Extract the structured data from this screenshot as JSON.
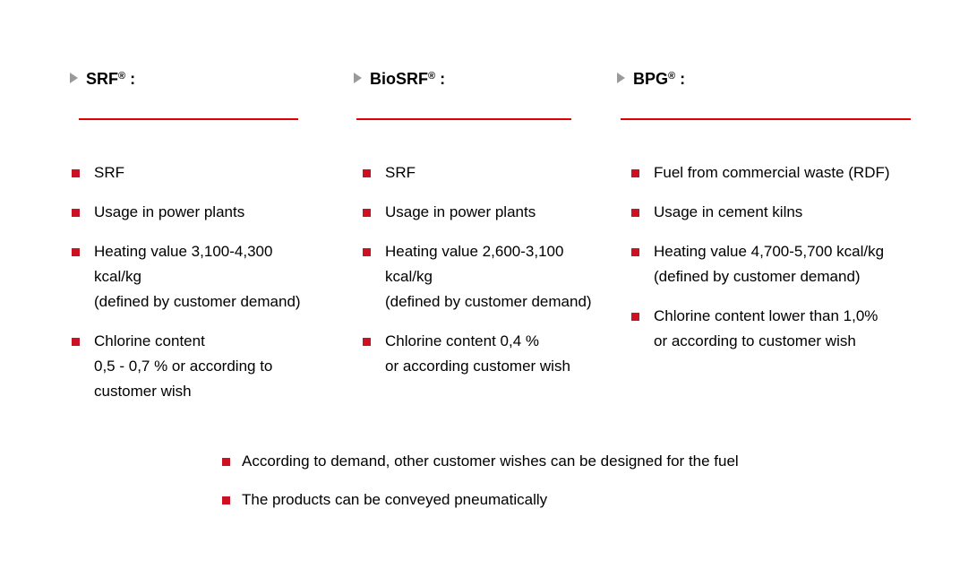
{
  "slide": {
    "columns": [
      {
        "title": {
          "name": "SRF",
          "reg": "®",
          "suffix": ":"
        },
        "bullets": [
          {
            "lines": [
              "SRF"
            ]
          },
          {
            "lines": [
              "Usage in power plants"
            ]
          },
          {
            "lines": [
              "Heating value 3,100-4,300",
              "kcal/kg",
              "(defined by customer demand)"
            ]
          },
          {
            "lines": [
              "Chlorine content",
              "0,5 - 0,7 % or according to",
              "customer wish"
            ]
          }
        ]
      },
      {
        "title": {
          "name": "BioSRF",
          "reg": "®",
          "suffix": ":"
        },
        "bullets": [
          {
            "lines": [
              "SRF"
            ]
          },
          {
            "lines": [
              "Usage in power plants"
            ]
          },
          {
            "lines": [
              "Heating value 2,600-3,100",
              "kcal/kg",
              "(defined by customer demand)"
            ]
          },
          {
            "lines": [
              "Chlorine content 0,4 %",
              "or according customer wish"
            ]
          }
        ]
      },
      {
        "title": {
          "name": "BPG",
          "reg": "®",
          "suffix": ":"
        },
        "bullets": [
          {
            "lines": [
              "Fuel from commercial waste (RDF)"
            ]
          },
          {
            "lines": [
              "Usage in cement kilns"
            ]
          },
          {
            "lines": [
              "Heating value 4,700-5,700 kcal/kg",
              "(defined by customer demand)"
            ]
          },
          {
            "lines": [
              "Chlorine content lower than 1,0%",
              "or according to customer wish"
            ]
          }
        ]
      }
    ],
    "footer_bullets": [
      {
        "lines": [
          "According to demand, other customer wishes can be designed for the fuel"
        ]
      },
      {
        "lines": [
          "The products can be conveyed pneumatically"
        ]
      }
    ],
    "colors": {
      "bullet_red": "#cc1123",
      "rule_red": "#e00000",
      "chevron_gray": "#9a9a9a",
      "text_black": "#000000"
    }
  }
}
